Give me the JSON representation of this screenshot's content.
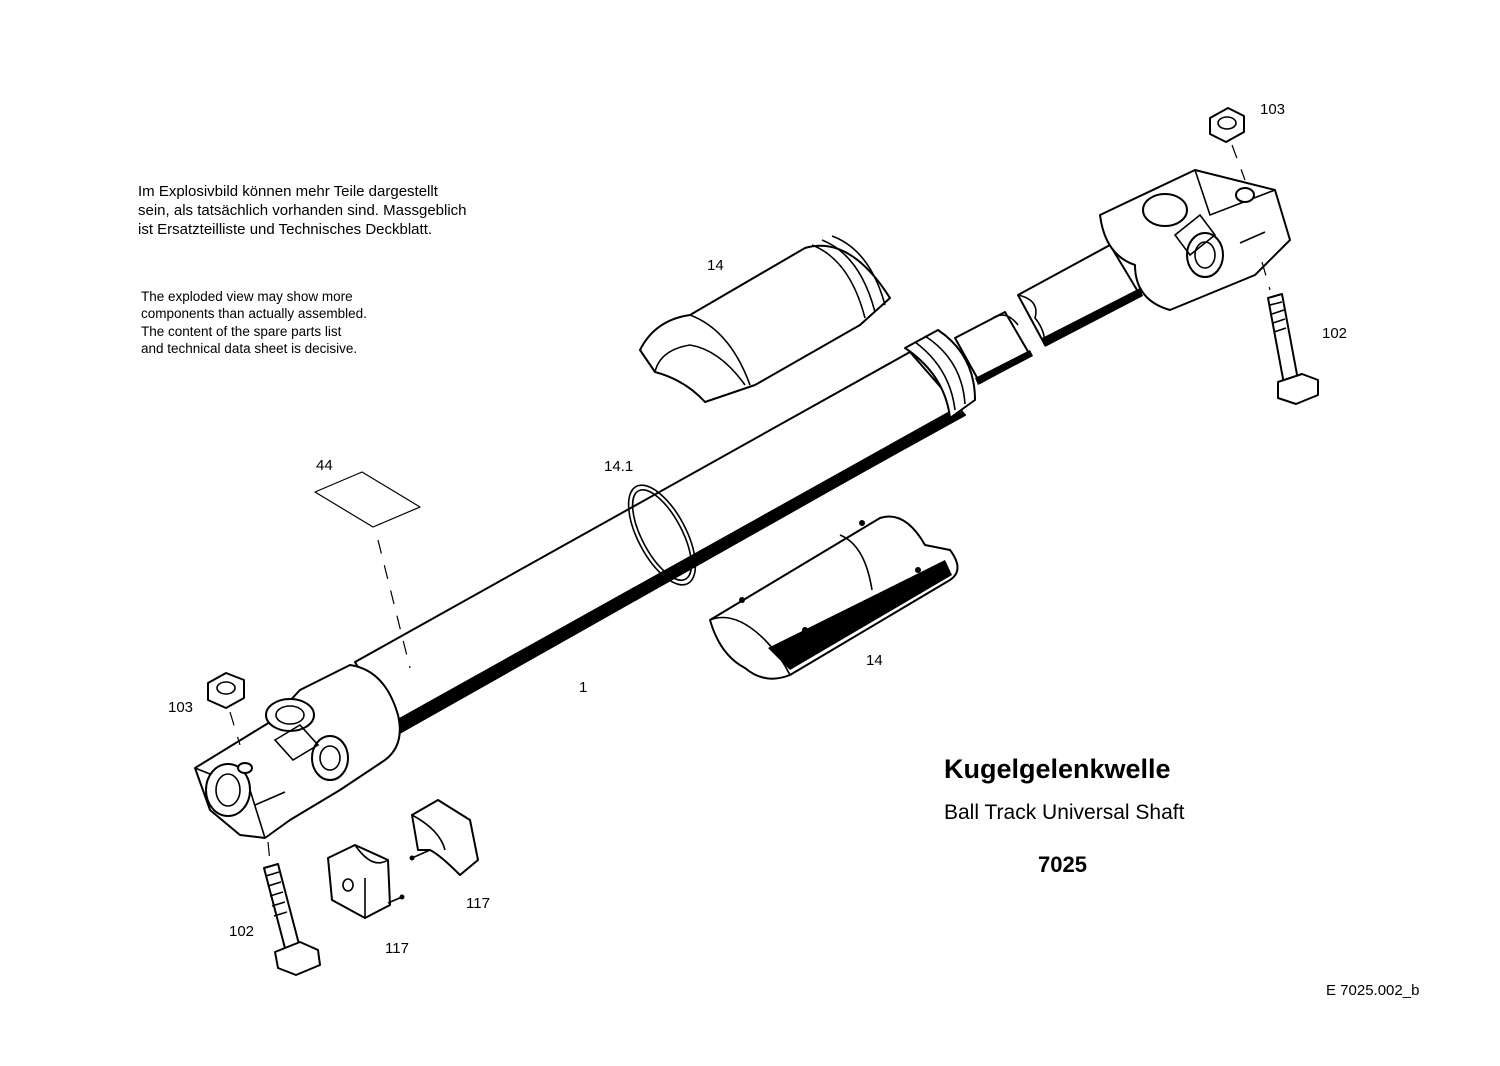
{
  "notes": {
    "german": [
      "Im Explosivbild können mehr Teile dargestellt",
      "sein, als tatsächlich vorhanden sind. Massgeblich",
      "ist Ersatzteilliste und Technisches Deckblatt."
    ],
    "english": [
      "The exploded view may show more",
      "components than actually assembled.",
      "The content of the spare parts list",
      "and technical data sheet is decisive."
    ]
  },
  "title": {
    "german": "Kugelgelenkwelle",
    "english": "Ball Track Universal Shaft",
    "number": "7025"
  },
  "drawing_id": "E 7025.002_b",
  "part_labels": {
    "nut_top": "103",
    "bolt_right": "102",
    "cover_top": "14",
    "ring": "14.1",
    "plate": "44",
    "cover_bottom": "14",
    "shaft": "1",
    "nut_left": "103",
    "bolt_left": "102",
    "clip_right": "117",
    "clip_left": "117"
  }
}
